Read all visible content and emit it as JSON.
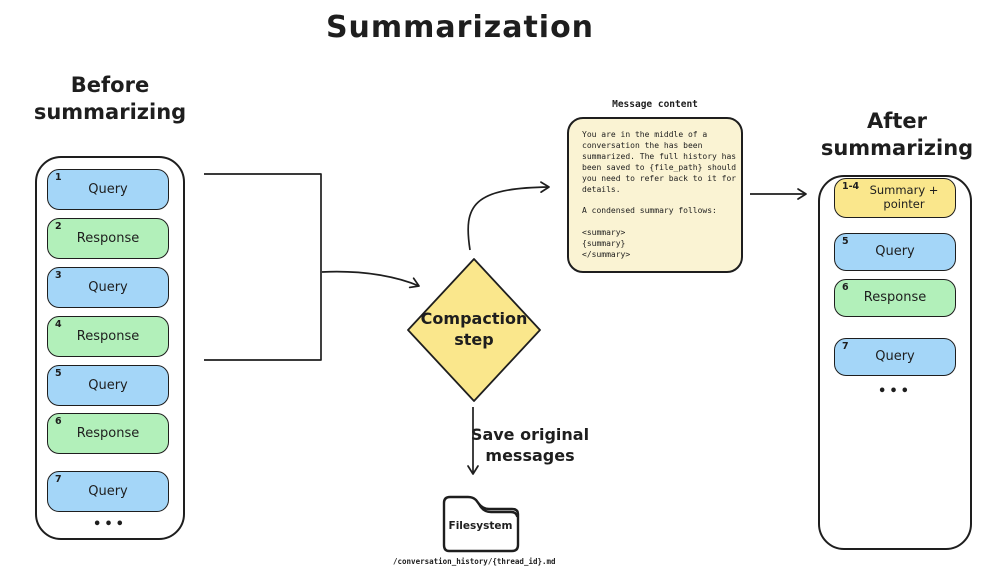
{
  "title": "Summarization",
  "colors": {
    "stroke": "#1e1e1e",
    "query_blue": "#a4d6f8",
    "response_green": "#b2f0ba",
    "summary_yellow": "#fae78c",
    "message_cream": "#faf3d3"
  },
  "before": {
    "heading": "Before\nsummarizing",
    "messages": [
      {
        "num": "1",
        "label": "Query"
      },
      {
        "num": "2",
        "label": "Response"
      },
      {
        "num": "3",
        "label": "Query"
      },
      {
        "num": "4",
        "label": "Response"
      },
      {
        "num": "5",
        "label": "Query"
      },
      {
        "num": "6",
        "label": "Response"
      },
      {
        "num": "7",
        "label": "Query"
      }
    ],
    "ellipsis": "•••"
  },
  "compaction": {
    "label": "Compaction\nstep"
  },
  "message_content": {
    "heading": "Message content",
    "body": "You are in the middle of a\nconversation the has been\nsummarized. The full history has\nbeen saved to {file_path} should\nyou need to refer back to it for\ndetails.\n\nA condensed summary follows:\n\n<summary>\n{summary}\n</summary>"
  },
  "after": {
    "heading": "After\nsummarizing",
    "messages": [
      {
        "num": "1-4",
        "label": "Summary +\npointer"
      },
      {
        "num": "5",
        "label": "Query"
      },
      {
        "num": "6",
        "label": "Response"
      },
      {
        "num": "7",
        "label": "Query"
      }
    ],
    "ellipsis": "•••"
  },
  "save_flow": {
    "label": "Save original\nmessages"
  },
  "filesystem": {
    "label": "Filesystem",
    "path": "/conversation_history/{thread_id}.md"
  }
}
